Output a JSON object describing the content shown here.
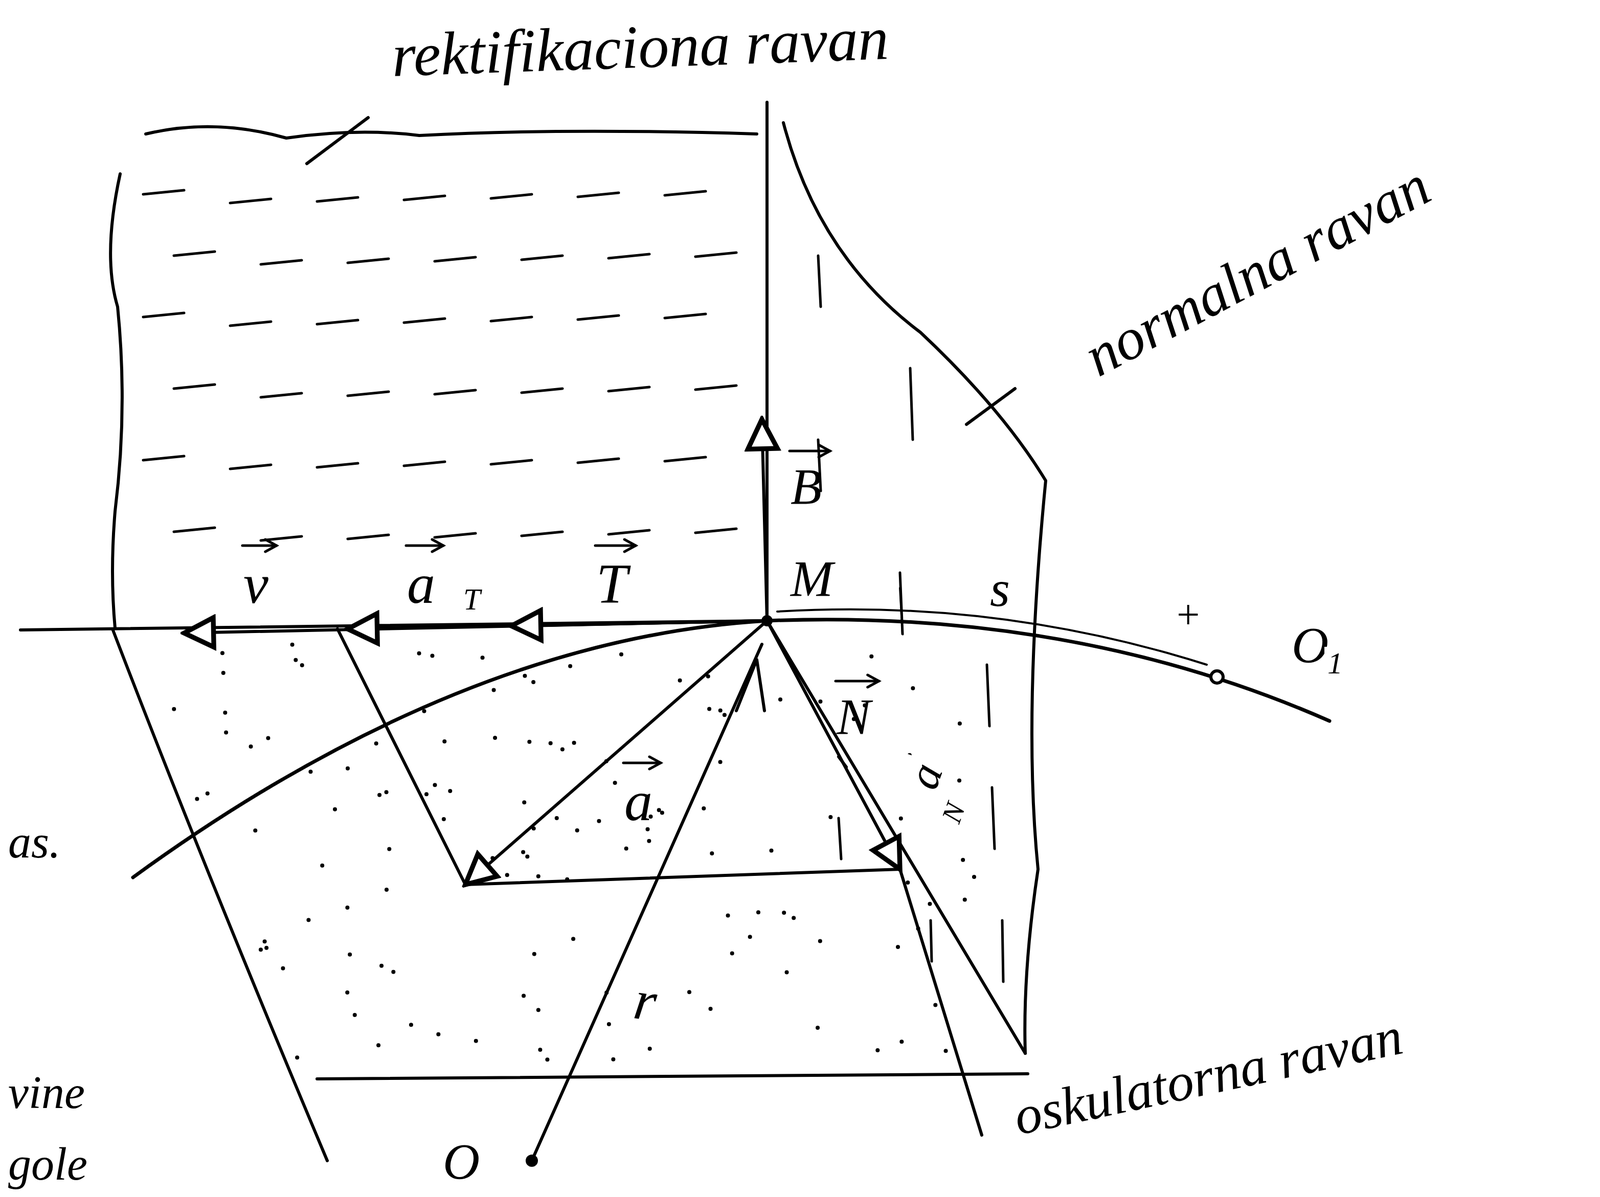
{
  "diagram": {
    "labels": [
      "rektifikaciona ravan",
      "normalna ravan",
      "v",
      "a",
      "T",
      "T",
      "B",
      "M",
      "s",
      "+",
      "O",
      "1",
      "N",
      "a",
      "a",
      "N",
      "as.",
      "r",
      "vine",
      "gole",
      "O",
      "oskulatorna ravan"
    ]
  }
}
